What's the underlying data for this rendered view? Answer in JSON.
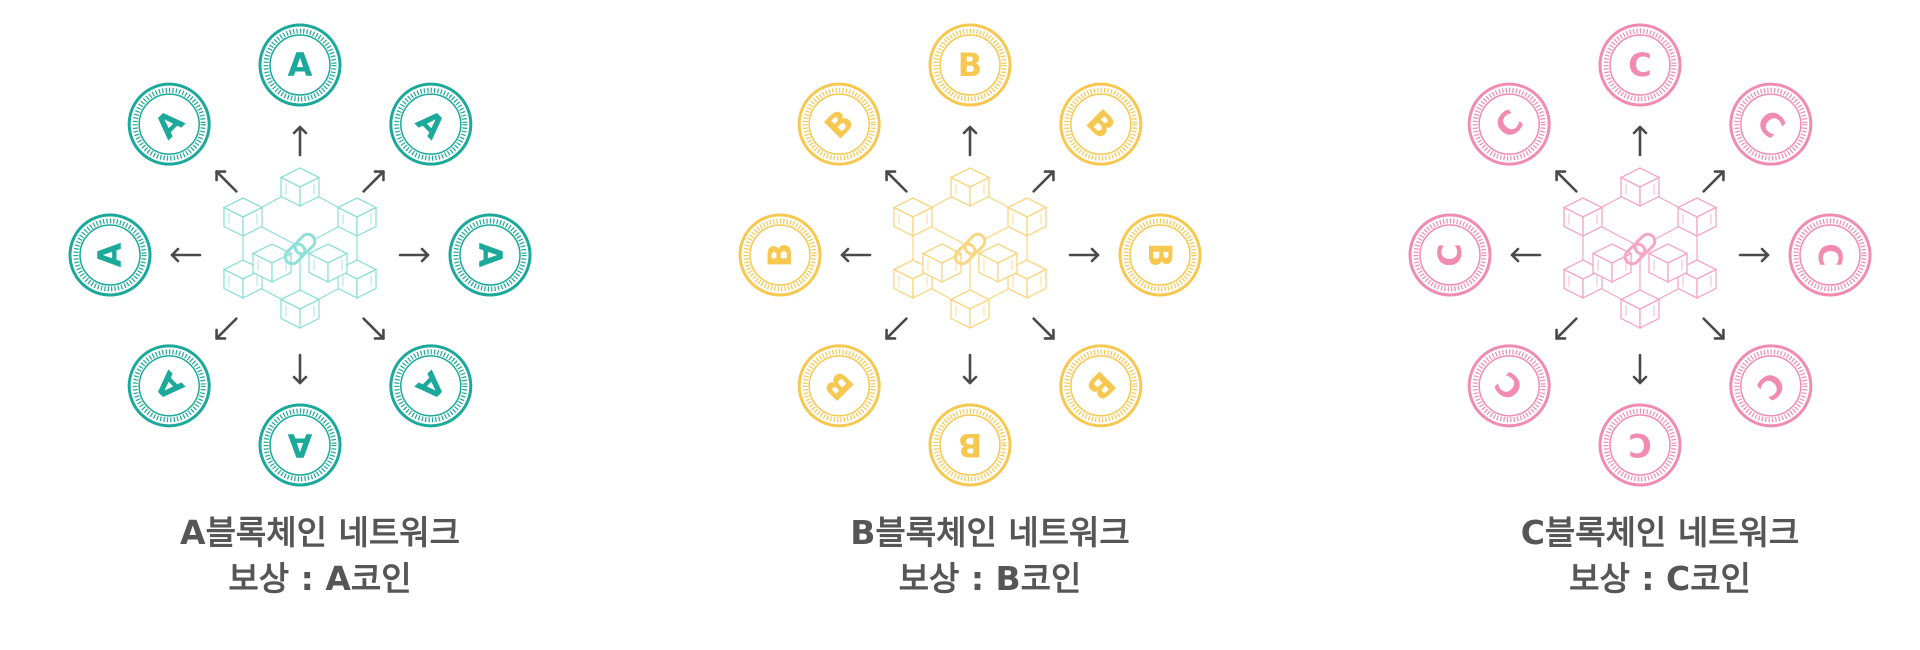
{
  "colors": {
    "arrow": "#4a4a4a",
    "caption": "#565656"
  },
  "networks": [
    {
      "letter": "A",
      "title": "A블록체인 네트워크",
      "reward": "보상 : A코인",
      "color": "#1aa99a",
      "light": "#8fe0d8"
    },
    {
      "letter": "B",
      "title": "B블록체인 네트워크",
      "reward": "보상 : B코인",
      "color": "#f7c850",
      "light": "#f9d680"
    },
    {
      "letter": "C",
      "title": "C블록체인 네트워크",
      "reward": "보상 : C코인",
      "color": "#f28bb0",
      "light": "#f5a6c4"
    }
  ]
}
